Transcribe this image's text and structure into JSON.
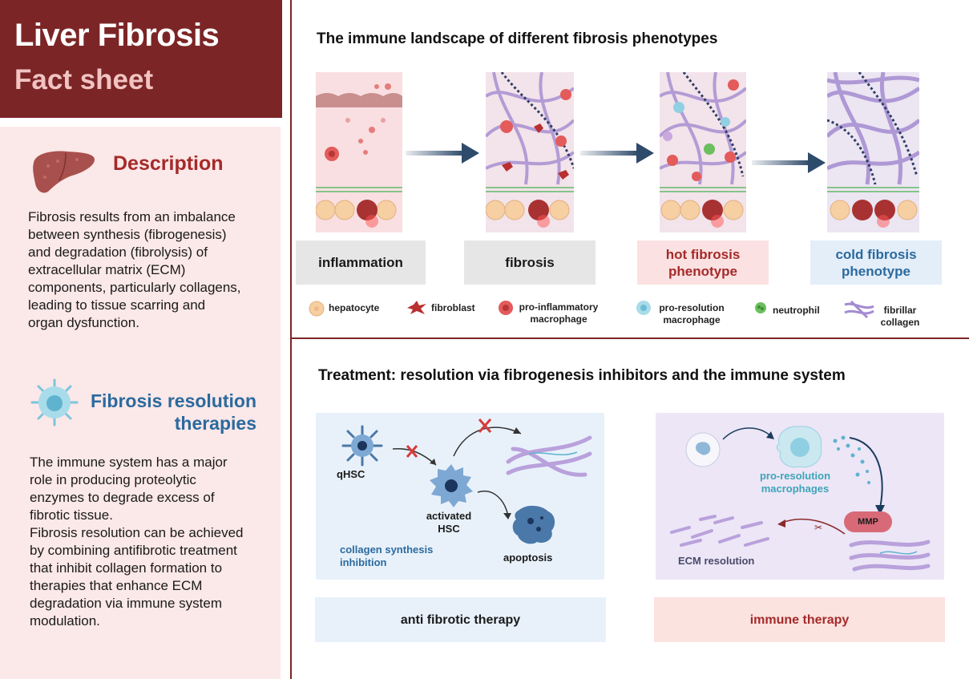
{
  "sheet": {
    "title": "Liver Fibrosis",
    "subtitle": "Fact sheet"
  },
  "description": {
    "heading": "Description",
    "lines": [
      "Fibrosis results from an imbalance",
      "between synthesis (fibrogenesis)",
      "and degradation (fibrolysis) of",
      "extracellular matrix (ECM)",
      "components, particularly collagens,",
      "leading to tissue scarring and",
      "organ dysfunction."
    ]
  },
  "resolution": {
    "heading_line1": "Fibrosis resolution",
    "heading_line2": "therapies",
    "lines": [
      "The immune system has a major",
      "role in producing proteolytic",
      "enzymes to degrade excess of",
      "fibrotic tissue.",
      "Fibrosis resolution can be achieved",
      "by combining antifibrotic treatment",
      "that inhibit collagen formation to",
      "therapies that enhance ECM",
      "degradation via immune system",
      "modulation."
    ]
  },
  "landscape": {
    "heading": "The immune landscape of different fibrosis phenotypes",
    "stages": [
      {
        "label": "inflammation",
        "bg": "#e6e6e6",
        "color": "#1a1a1a"
      },
      {
        "label": "fibrosis",
        "bg": "#e6e6e6",
        "color": "#1a1a1a"
      },
      {
        "label": "hot fibrosis phenotype",
        "bg": "#fbe1e1",
        "color": "#a52a2a"
      },
      {
        "label": "cold fibrosis phenotype",
        "bg": "#e3eef9",
        "color": "#2b6a9e"
      }
    ],
    "legend": [
      {
        "label": "hepatocyte",
        "icon": "hepatocyte-icon"
      },
      {
        "label": "fibroblast",
        "icon": "fibroblast-icon"
      },
      {
        "label": "pro-inflammatory macrophage",
        "icon": "pro-inflammatory-macrophage-icon"
      },
      {
        "label": "pro-resolution macrophage",
        "icon": "pro-resolution-macrophage-icon"
      },
      {
        "label": "neutrophil",
        "icon": "neutrophil-icon"
      },
      {
        "label": "fibrillar collagen",
        "icon": "fibrillar-collagen-icon"
      }
    ]
  },
  "treatment": {
    "heading": "Treatment: resolution via fibrogenesis inhibitors and the  immune system",
    "anti": {
      "qhsc": "qHSC",
      "activated": "activated HSC",
      "apoptosis": "apoptosis",
      "inhibition": "collagen synthesis inhibition",
      "label": "anti fibrotic therapy"
    },
    "immune": {
      "macrophages": "pro-resolution macrophages",
      "mmp": "MMP",
      "ecm": "ECM resolution",
      "label": "immune therapy"
    }
  },
  "colors": {
    "brand": "#7c2526",
    "hot": "#a52a2a",
    "cold": "#2b6a9e",
    "collagen": "#a48bd0",
    "arrow": "#2f4b6b"
  }
}
